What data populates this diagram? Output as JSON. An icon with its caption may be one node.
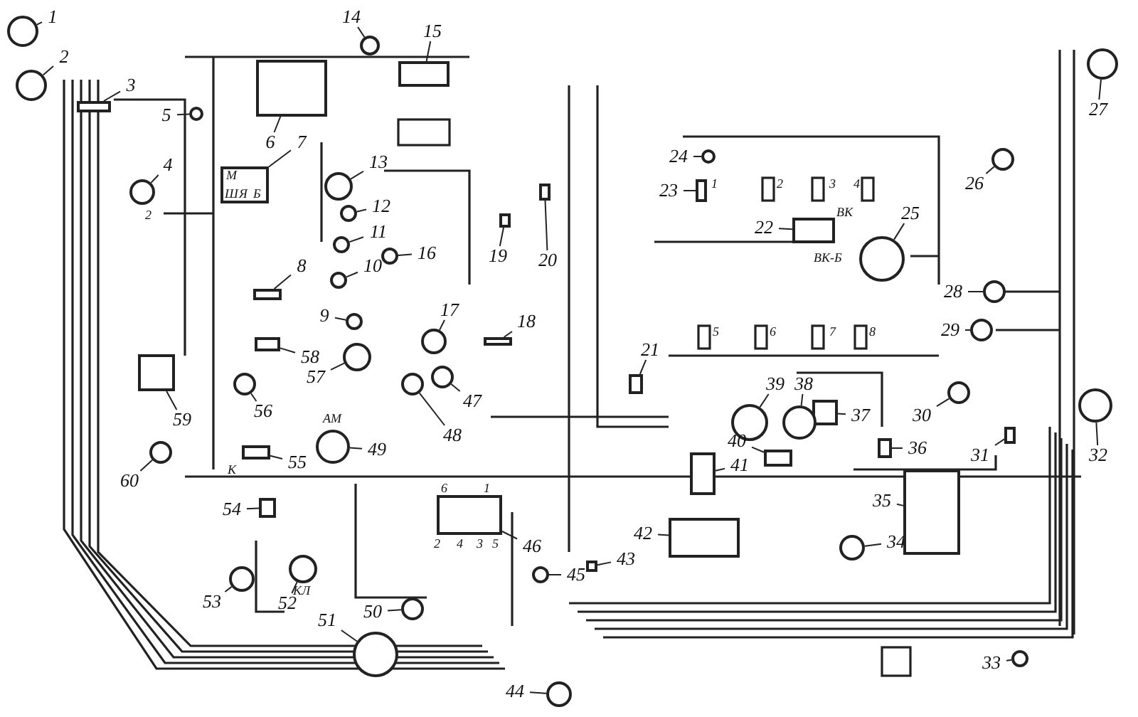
{
  "diagram": {
    "nodes": [
      {
        "text": [
          "1"
        ]
      },
      {
        "text": [],
        "shape": "circle"
      },
      {
        "text": [
          "2"
        ]
      },
      {
        "text": [],
        "shape": "circle"
      },
      {
        "text": [
          "3"
        ]
      },
      {
        "text": [],
        "shape": "box"
      },
      {
        "text": [
          "4"
        ]
      },
      {
        "text": [],
        "shape": "circle"
      },
      {
        "text": [
          "5"
        ]
      },
      {
        "text": [],
        "shape": "circle"
      },
      {
        "text": [
          "6"
        ]
      },
      {
        "text": [],
        "shape": "box"
      },
      {
        "text": [
          "7"
        ]
      },
      {
        "text": [],
        "shape": "box"
      },
      {
        "text": [
          "8"
        ]
      },
      {
        "text": [],
        "shape": "box"
      },
      {
        "text": [
          "9"
        ]
      },
      {
        "text": [],
        "shape": "circle"
      },
      {
        "text": [
          "10"
        ]
      },
      {
        "text": [],
        "shape": "circle"
      },
      {
        "text": [
          "11"
        ]
      },
      {
        "text": [],
        "shape": "circle"
      },
      {
        "text": [
          "12"
        ]
      },
      {
        "text": [],
        "shape": "circle"
      },
      {
        "text": [
          "13"
        ]
      },
      {
        "text": [],
        "shape": "circle"
      },
      {
        "text": [
          "14"
        ]
      },
      {
        "text": [],
        "shape": "circle"
      },
      {
        "text": [
          "15"
        ]
      },
      {
        "text": [],
        "shape": "box"
      },
      {
        "text": [
          "16"
        ]
      },
      {
        "text": [],
        "shape": "circle"
      },
      {
        "text": [
          "17"
        ]
      },
      {
        "text": [],
        "shape": "circle"
      },
      {
        "text": [
          "18"
        ]
      },
      {
        "text": [],
        "shape": "box"
      },
      {
        "text": [
          "19"
        ]
      },
      {
        "text": [],
        "shape": "box"
      },
      {
        "text": [
          "20"
        ]
      },
      {
        "text": [],
        "shape": "box"
      },
      {
        "text": [
          "21"
        ]
      },
      {
        "text": [],
        "shape": "box"
      },
      {
        "text": [
          "22"
        ]
      },
      {
        "text": [],
        "shape": "box"
      },
      {
        "text": [
          "23"
        ]
      },
      {
        "text": [],
        "shape": "box"
      },
      {
        "text": [
          "24"
        ]
      },
      {
        "text": [],
        "shape": "circle"
      },
      {
        "text": [
          "25"
        ]
      },
      {
        "text": [],
        "shape": "circle"
      },
      {
        "text": [
          "26"
        ]
      },
      {
        "text": [],
        "shape": "circle"
      },
      {
        "text": [
          "27"
        ]
      },
      {
        "text": [],
        "shape": "circle"
      },
      {
        "text": [
          "28"
        ]
      },
      {
        "text": [],
        "shape": "circle"
      },
      {
        "text": [
          "29"
        ]
      },
      {
        "text": [],
        "shape": "circle"
      },
      {
        "text": [
          "30"
        ]
      },
      {
        "text": [],
        "shape": "circle"
      },
      {
        "text": [
          "31"
        ]
      },
      {
        "text": [],
        "shape": "box"
      },
      {
        "text": [
          "32"
        ]
      },
      {
        "text": [],
        "shape": "circle"
      },
      {
        "text": [
          "33"
        ]
      },
      {
        "text": [],
        "shape": "circle"
      },
      {
        "text": [
          "34"
        ]
      },
      {
        "text": [],
        "shape": "circle"
      },
      {
        "text": [
          "35"
        ]
      },
      {
        "text": [],
        "shape": "box"
      },
      {
        "text": [
          "36"
        ]
      },
      {
        "text": [],
        "shape": "box"
      },
      {
        "text": [
          "37"
        ]
      },
      {
        "text": [],
        "shape": "box"
      },
      {
        "text": [
          "38"
        ]
      },
      {
        "text": [],
        "shape": "circle"
      },
      {
        "text": [
          "39"
        ]
      },
      {
        "text": [],
        "shape": "circle"
      },
      {
        "text": [
          "40"
        ]
      },
      {
        "text": [],
        "shape": "box"
      },
      {
        "text": [
          "41"
        ]
      },
      {
        "text": [],
        "shape": "box"
      },
      {
        "text": [
          "42"
        ]
      },
      {
        "text": [],
        "shape": "box"
      },
      {
        "text": [
          "43"
        ]
      },
      {
        "text": [],
        "shape": "box"
      },
      {
        "text": [
          "44"
        ]
      },
      {
        "text": [],
        "shape": "circle"
      },
      {
        "text": [
          "45"
        ]
      },
      {
        "text": [],
        "shape": "circle"
      },
      {
        "text": [
          "46"
        ]
      },
      {
        "text": [],
        "shape": "box"
      },
      {
        "text": [
          "47"
        ]
      },
      {
        "text": [],
        "shape": "circle"
      },
      {
        "text": [
          "48"
        ]
      },
      {
        "text": [],
        "shape": "circle"
      },
      {
        "text": [
          "49"
        ]
      },
      {
        "text": [],
        "shape": "circle"
      },
      {
        "text": [
          "50"
        ]
      },
      {
        "text": [],
        "shape": "circle"
      },
      {
        "text": [
          "51"
        ]
      },
      {
        "text": [],
        "shape": "circle"
      },
      {
        "text": [
          "52"
        ]
      },
      {
        "text": [],
        "shape": "circle"
      },
      {
        "text": [
          "53"
        ]
      },
      {
        "text": [],
        "shape": "circle"
      },
      {
        "text": [
          "54"
        ]
      },
      {
        "text": [],
        "shape": "box"
      },
      {
        "text": [
          "55"
        ]
      },
      {
        "text": [],
        "shape": "box"
      },
      {
        "text": [
          "56"
        ]
      },
      {
        "text": [],
        "shape": "circle"
      },
      {
        "text": [
          "57"
        ]
      },
      {
        "text": [],
        "shape": "circle"
      },
      {
        "text": [
          "58"
        ]
      },
      {
        "text": [],
        "shape": "box"
      },
      {
        "text": [
          "59"
        ]
      },
      {
        "text": [],
        "shape": "box"
      },
      {
        "text": [
          "60"
        ]
      },
      {
        "text": [],
        "shape": "circle"
      }
    ],
    "edges": [
      {
        "from": 0,
        "to": 1,
        "arrow": "none"
      },
      {
        "from": 2,
        "to": 3,
        "arrow": "none"
      },
      {
        "from": 4,
        "to": 5,
        "arrow": "none"
      },
      {
        "from": 6,
        "to": 7,
        "arrow": "none"
      },
      {
        "from": 8,
        "to": 9,
        "arrow": "none"
      },
      {
        "from": 10,
        "to": 11,
        "arrow": "none"
      },
      {
        "from": 12,
        "to": 13,
        "arrow": "none"
      },
      {
        "from": 14,
        "to": 15,
        "arrow": "none"
      },
      {
        "from": 16,
        "to": 17,
        "arrow": "none"
      },
      {
        "from": 18,
        "to": 19,
        "arrow": "none"
      },
      {
        "from": 20,
        "to": 21,
        "arrow": "none"
      },
      {
        "from": 22,
        "to": 23,
        "arrow": "none"
      },
      {
        "from": 24,
        "to": 25,
        "arrow": "none"
      },
      {
        "from": 26,
        "to": 27,
        "arrow": "none"
      },
      {
        "from": 28,
        "to": 29,
        "arrow": "none"
      },
      {
        "from": 30,
        "to": 31,
        "arrow": "none"
      },
      {
        "from": 32,
        "to": 33,
        "arrow": "none"
      },
      {
        "from": 34,
        "to": 35,
        "arrow": "none"
      },
      {
        "from": 36,
        "to": 37,
        "arrow": "none"
      },
      {
        "from": 38,
        "to": 39,
        "arrow": "none"
      },
      {
        "from": 40,
        "to": 41,
        "arrow": "none"
      },
      {
        "from": 42,
        "to": 43,
        "arrow": "none"
      },
      {
        "from": 44,
        "to": 45,
        "arrow": "none"
      },
      {
        "from": 46,
        "to": 47,
        "arrow": "none"
      },
      {
        "from": 48,
        "to": 49,
        "arrow": "none"
      },
      {
        "from": 50,
        "to": 51,
        "arrow": "none"
      },
      {
        "from": 52,
        "to": 53,
        "arrow": "none"
      },
      {
        "from": 54,
        "to": 55,
        "arrow": "none"
      },
      {
        "from": 56,
        "to": 57,
        "arrow": "none"
      },
      {
        "from": 58,
        "to": 59,
        "arrow": "none"
      },
      {
        "from": 60,
        "to": 61,
        "arrow": "none"
      },
      {
        "from": 62,
        "to": 63,
        "arrow": "none"
      },
      {
        "from": 64,
        "to": 65,
        "arrow": "none"
      },
      {
        "from": 66,
        "to": 67,
        "arrow": "none"
      },
      {
        "from": 68,
        "to": 69,
        "arrow": "none"
      },
      {
        "from": 70,
        "to": 71,
        "arrow": "none"
      },
      {
        "from": 72,
        "to": 73,
        "arrow": "none"
      },
      {
        "from": 74,
        "to": 75,
        "arrow": "none"
      },
      {
        "from": 76,
        "to": 77,
        "arrow": "none"
      },
      {
        "from": 78,
        "to": 79,
        "arrow": "none"
      },
      {
        "from": 80,
        "to": 81,
        "arrow": "none"
      },
      {
        "from": 82,
        "to": 83,
        "arrow": "none"
      },
      {
        "from": 84,
        "to": 85,
        "arrow": "none"
      },
      {
        "from": 86,
        "to": 87,
        "arrow": "none"
      },
      {
        "from": 88,
        "to": 89,
        "arrow": "none"
      },
      {
        "from": 90,
        "to": 91,
        "arrow": "none"
      },
      {
        "from": 92,
        "to": 93,
        "arrow": "none"
      },
      {
        "from": 94,
        "to": 95,
        "arrow": "none"
      },
      {
        "from": 96,
        "to": 97,
        "arrow": "none"
      },
      {
        "from": 98,
        "to": 99,
        "arrow": "none"
      },
      {
        "from": 100,
        "to": 101,
        "arrow": "none"
      },
      {
        "from": 102,
        "to": 103,
        "arrow": "none"
      },
      {
        "from": 104,
        "to": 105,
        "arrow": "none"
      },
      {
        "from": 106,
        "to": 107,
        "arrow": "none"
      },
      {
        "from": 108,
        "to": 109,
        "arrow": "none"
      },
      {
        "from": 110,
        "to": 111,
        "arrow": "none"
      },
      {
        "from": 112,
        "to": 113,
        "arrow": "none"
      },
      {
        "from": 114,
        "to": 115,
        "arrow": "none"
      },
      {
        "from": 116,
        "to": 117,
        "arrow": "none"
      },
      {
        "from": 118,
        "to": 119,
        "arrow": "none"
      }
    ],
    "labels": [
      "2",
      "М",
      "Ш",
      "Я",
      "Б",
      "1",
      "2",
      "3",
      "4",
      "ВК",
      "ВК-Б",
      "5",
      "6",
      "7",
      "8",
      "АМ",
      "К",
      "6",
      "1",
      "2",
      "4",
      "3",
      "5",
      "КЛ"
    ]
  }
}
